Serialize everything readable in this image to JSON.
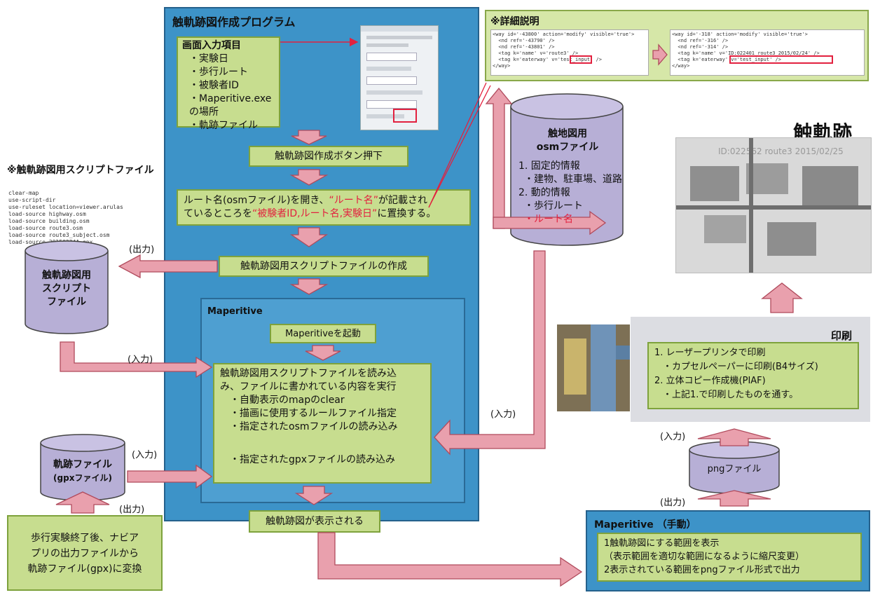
{
  "program": {
    "title": "触軌跡図作成プログラム",
    "input_box": {
      "heading": "画面入力項目",
      "items": [
        "・実験日",
        "・歩行ルート",
        "・被験者ID",
        "・Maperitive.exeの場所",
        "・軌跡ファイル"
      ]
    },
    "button_press": "触軌跡図作成ボタン押下",
    "replace_step": {
      "p1": "ルート名(osmファイル)を開き、",
      "p2": "“ルート名”",
      "p3": "が記載され",
      "p4": "ているところを",
      "p5": "“被験者ID,ルート名,実験日”",
      "p6": "に置換する。"
    },
    "script_create": "触軌跡図用スクリプトファイルの作成",
    "maperitive": {
      "title": "Maperitive",
      "launch": "Maperitiveを起動",
      "exec_lines": [
        "触軌跡図用スクリプトファイルを読み込",
        "み、ファイルに書かれている内容を実行",
        "・自動表示のmapのclear",
        "・描画に使用するルールファイル指定",
        "・指定されたosmファイルの読み込み",
        "・指定されたgpxファイルの読み込み"
      ],
      "displayed": "触軌跡図が表示される"
    }
  },
  "script_file": {
    "heading": "※触軌跡図用スクリプトファイル",
    "code": [
      "clear-map",
      "use-script-dir",
      "use-ruleset location=viewer.arulas",
      "load-source highway.osm",
      "load-source building.osm",
      "load-source route3.osm",
      "load-source route3_subject.osm",
      "load-source 20150224A.gpx"
    ],
    "cylinder": [
      "触軌跡図用",
      "スクリプト",
      "ファイル"
    ]
  },
  "trajectory_file": {
    "line1": "軌跡ファイル",
    "line2": "(gpxファイル)"
  },
  "walk_end": {
    "lines": [
      "歩行実験終了後、ナビア",
      "プリの出力ファイルから",
      "軌跡ファイル(gpx)に変換"
    ]
  },
  "detail": {
    "heading": "※詳細説明",
    "code_left": "<way id='-43800' action='modify' visible='true'>\n  <nd ref='-43790' />\n  <nd ref='-43801' />\n  <tag k='name' v='route3' />\n  <tag k='eaterway' v='test_input' />\n</way>",
    "code_right": "<way id='-318' action='modify' visible='true'>\n  <nd ref='-316' />\n  <nd ref='-314' />\n  <tag k='name' v='ID:022401 route3 2015/02/24' />\n  <tag k='eaterway' v='test_input' />\n</way>"
  },
  "osm_cylinder": {
    "title1": "触地図用",
    "title2": "osmファイル",
    "lines": [
      "1. 固定的情報",
      "・建物、駐車場、道路",
      "2. 動的情報",
      "・歩行ルート"
    ],
    "route": "・ルート名"
  },
  "tactile": {
    "title": "触軌跡",
    "photo_text": "ID:022562 route3 2015/02/25"
  },
  "print": {
    "title": "印刷",
    "lines": [
      "1. レーザープリンタで印刷",
      "・カプセルペーパーに印刷(B4サイズ)",
      "2. 立体コピー作成機(PIAF)",
      "・上記1.で印刷したものを通す。"
    ]
  },
  "png": {
    "label": "pngファイル"
  },
  "manual": {
    "title": "Maperitive （手動）",
    "lines": [
      "1触軌跡図にする範囲を表示",
      "（表示範囲を適切な範囲になるように縮尺変更）",
      "2表示されている範囲をpngファイル形式で出力"
    ]
  },
  "labels": {
    "out1": "(出力)",
    "in1": "(入力)",
    "in2": "(入力)",
    "out2": "(出力)",
    "in3": "(入力)",
    "in4": "(入力)",
    "out3": "(出力)"
  },
  "colors": {
    "green": "#c7dd8f",
    "blue": "#3d93c8",
    "arrow": "#e9a0ad",
    "red": "#e2213f",
    "cylinder": "#b7afd6"
  }
}
